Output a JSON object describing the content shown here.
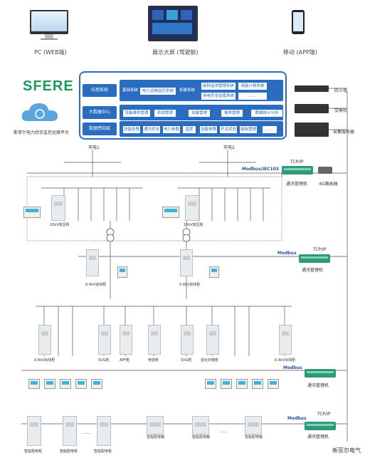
{
  "top_devices": {
    "pc_label": "PC (WEB端)",
    "screen_label": "展示大屏 (驾驶舱)",
    "mobile_label": "移动 (APP端)"
  },
  "brand": {
    "logo_text": "SFERE",
    "platform_name": "斯菲尔电力综合监控运维平台"
  },
  "platform": {
    "rows": [
      {
        "label": "应用系统",
        "chips": [
          "电力运维监控系统",
          "能耗监测管理系统",
          "用能计费系统",
          "用电安全监管系统",
          "……"
        ],
        "inline": [
          "基础系统",
          "拓展系统"
        ]
      },
      {
        "label": "大数据中心",
        "chips": [
          "设备维修管理",
          "资源管理",
          "设备管理",
          "报表管理",
          "数据统计分析"
        ]
      },
      {
        "label": "数据感知层",
        "chips": [
          "设备告警",
          "通讯状态",
          "电力参数",
          "温度",
          "设备故障",
          "开关状态",
          "能耗管理",
          "……"
        ]
      }
    ]
  },
  "racks": {
    "firewall": "防火墙",
    "switch": "交换机",
    "server": "采集服务器"
  },
  "supply": {
    "line1": "市电1",
    "line2": "市电2",
    "hv_cabinet": "10kV高压柜"
  },
  "comm": {
    "protocol_1": "Modbus/IEC103",
    "protocol_2": "Modbus",
    "protocol_3": "Modbus",
    "protocol_4": "Modbus",
    "tcpip": "TCP/IP",
    "gateway": "通讯管理机",
    "router": "4G路由器"
  },
  "lv": {
    "incoming_left": "0.4kV进线柜",
    "incoming_right": "0.4kV进线柜"
  },
  "cabinets": {
    "outgoing_left": "0.4kV出线柜",
    "svg_left": "SVG柜",
    "apf": "APF柜",
    "capacitor": "电容柜",
    "svg_right": "SVG柜",
    "hybrid": "混合补偿柜",
    "outgoing_right": "0.4kV出线柜"
  },
  "distribution": {
    "smart_box_left": "智能配电柜",
    "smart_box_right": "智能配电箱",
    "ellipsis": "……"
  },
  "watermark": "新菲尔电气"
}
